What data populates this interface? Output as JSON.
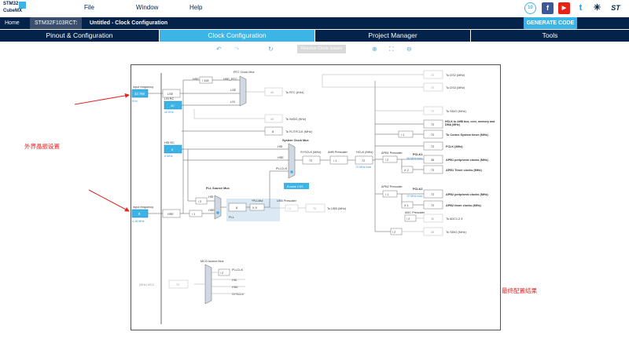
{
  "app": {
    "logo_line1": "STM32",
    "logo_line2": "CubeMX"
  },
  "menu": [
    {
      "label": "File"
    },
    {
      "label": "Window"
    },
    {
      "label": "Help"
    }
  ],
  "social": [
    {
      "icon": "version-badge-icon",
      "glyph": "10"
    },
    {
      "icon": "facebook-icon",
      "glyph": "f"
    },
    {
      "icon": "youtube-icon",
      "glyph": "▶"
    },
    {
      "icon": "twitter-icon",
      "glyph": "t"
    },
    {
      "icon": "network-icon",
      "glyph": "✳"
    },
    {
      "icon": "st-logo-icon",
      "glyph": "ST"
    }
  ],
  "breadcrumb": {
    "home": "Home",
    "chip": "STM32F103RCTx",
    "project": "Untitled - Clock Configuration"
  },
  "generate_label": "GENERATE CODE",
  "tabs": [
    {
      "label": "Pinout & Configuration"
    },
    {
      "label": "Clock Configuration"
    },
    {
      "label": "Project Manager"
    },
    {
      "label": "Tools"
    }
  ],
  "toolbar": {
    "resolve_label": "Resolve Clock Issues"
  },
  "annotations": {
    "left_note": "外界晶振设置",
    "right_note": "最终配置结果"
  },
  "colors": {
    "navy": "#03234b",
    "accent": "#3cb4e6",
    "annot": "#e52222"
  },
  "diagram": {
    "lse": {
      "label": "Input frequency",
      "value": "32.768",
      "unit": "KHz",
      "box": "LSE"
    },
    "lsi": {
      "label": "LSI RC",
      "value": "40",
      "unit": "40 KHz"
    },
    "hsi": {
      "label": "HSI RC",
      "value": "8",
      "unit": "8 MHz"
    },
    "hse": {
      "label": "Input frequency",
      "value": "8",
      "unit": "4-16 MHz",
      "box": "HSE"
    },
    "rtc_mux": "RTC Clock Mux",
    "hse_rtc_div": "/ 128",
    "rtc_out": {
      "value": "40",
      "label": "To RTC (KHz)"
    },
    "iwdg_out": {
      "value": "40",
      "label": "To IWDG (KHz)"
    },
    "flit": {
      "value": "8",
      "label": "To FLITFCLK (MHz)"
    },
    "sys_mux": "System Clock Mux",
    "enable_css": "Enable CSS",
    "pll_source": "PLL Source Mux",
    "hse_pre": "/ 1",
    "hsi_div2": "/ 2",
    "pll_in": "8",
    "pllmul_label": "*PLLMul",
    "pllmul": "X 9",
    "pll_label": "PLL",
    "usb_pre_label": "USB Prescaler",
    "usb_pre": "/ 1",
    "usb_out": {
      "value": "72",
      "label": "To USB (MHz)"
    },
    "sysclk_label": "SYSCLK (MHz)",
    "sysclk": "72",
    "ahb_label": "AHB Prescaler",
    "ahb": "/ 1",
    "hclk_label": "HCLK (MHz)",
    "hclk": "72",
    "hclk_max": "72 MHz max",
    "apb1_label": "APB1 Prescaler",
    "apb1": "/ 2",
    "apb1_max": "36 MHz max",
    "pclk1": "PCLK1",
    "apb1_timer_mul": "X 2",
    "apb2_label": "APB2 Prescaler",
    "apb2": "/ 1",
    "apb2_max": "72 MHz max",
    "pclk2": "PCLK2",
    "apb2_timer_mul": "X 1",
    "adc_label": "ADC Prescaler",
    "adc": "/ 2",
    "sdio_div": "/ 2",
    "cortex_div": "/ 1",
    "outputs": [
      {
        "value": "72",
        "label": "To I2S2 (MHz)"
      },
      {
        "value": "72",
        "label": "To I2S3 (MHz)"
      },
      {
        "value": "72",
        "label": "To SDIO (MHz)"
      },
      {
        "value": "72",
        "label": "HCLK to AHB bus, core, memory and DMA (MHz)"
      },
      {
        "value": "72",
        "label": "To Cortex System timer (MHz)"
      },
      {
        "value": "72",
        "label": "FCLK (MHz)"
      },
      {
        "value": "36",
        "label": "APB1 peripheral clocks (MHz)"
      },
      {
        "value": "72",
        "label": "APB1 Timer clocks (MHz)"
      },
      {
        "value": "72",
        "label": "APB2 peripheral clocks (MHz)"
      },
      {
        "value": "72",
        "label": "APB2 timer clocks (MHz)"
      },
      {
        "value": "36",
        "label": "To ADC1,2,3"
      },
      {
        "value": "36",
        "label": "To SDIO (MHz)"
      }
    ],
    "mco_mux": "MCO source Mux",
    "mco_out": {
      "label": "(MHz) MCO",
      "value": "72"
    },
    "mco_inputs": [
      "PLLCLK",
      "HSI",
      "HSE",
      "SYSCLK"
    ],
    "mco_div": "/ 2",
    "sig_hse_rtc": "HSE_RTC",
    "sig_lse": "LSE",
    "sig_lsi": "LSI",
    "sig_hsi": "HSI",
    "sig_hse": "HSE",
    "sig_pllclk": "PLLCLK"
  }
}
